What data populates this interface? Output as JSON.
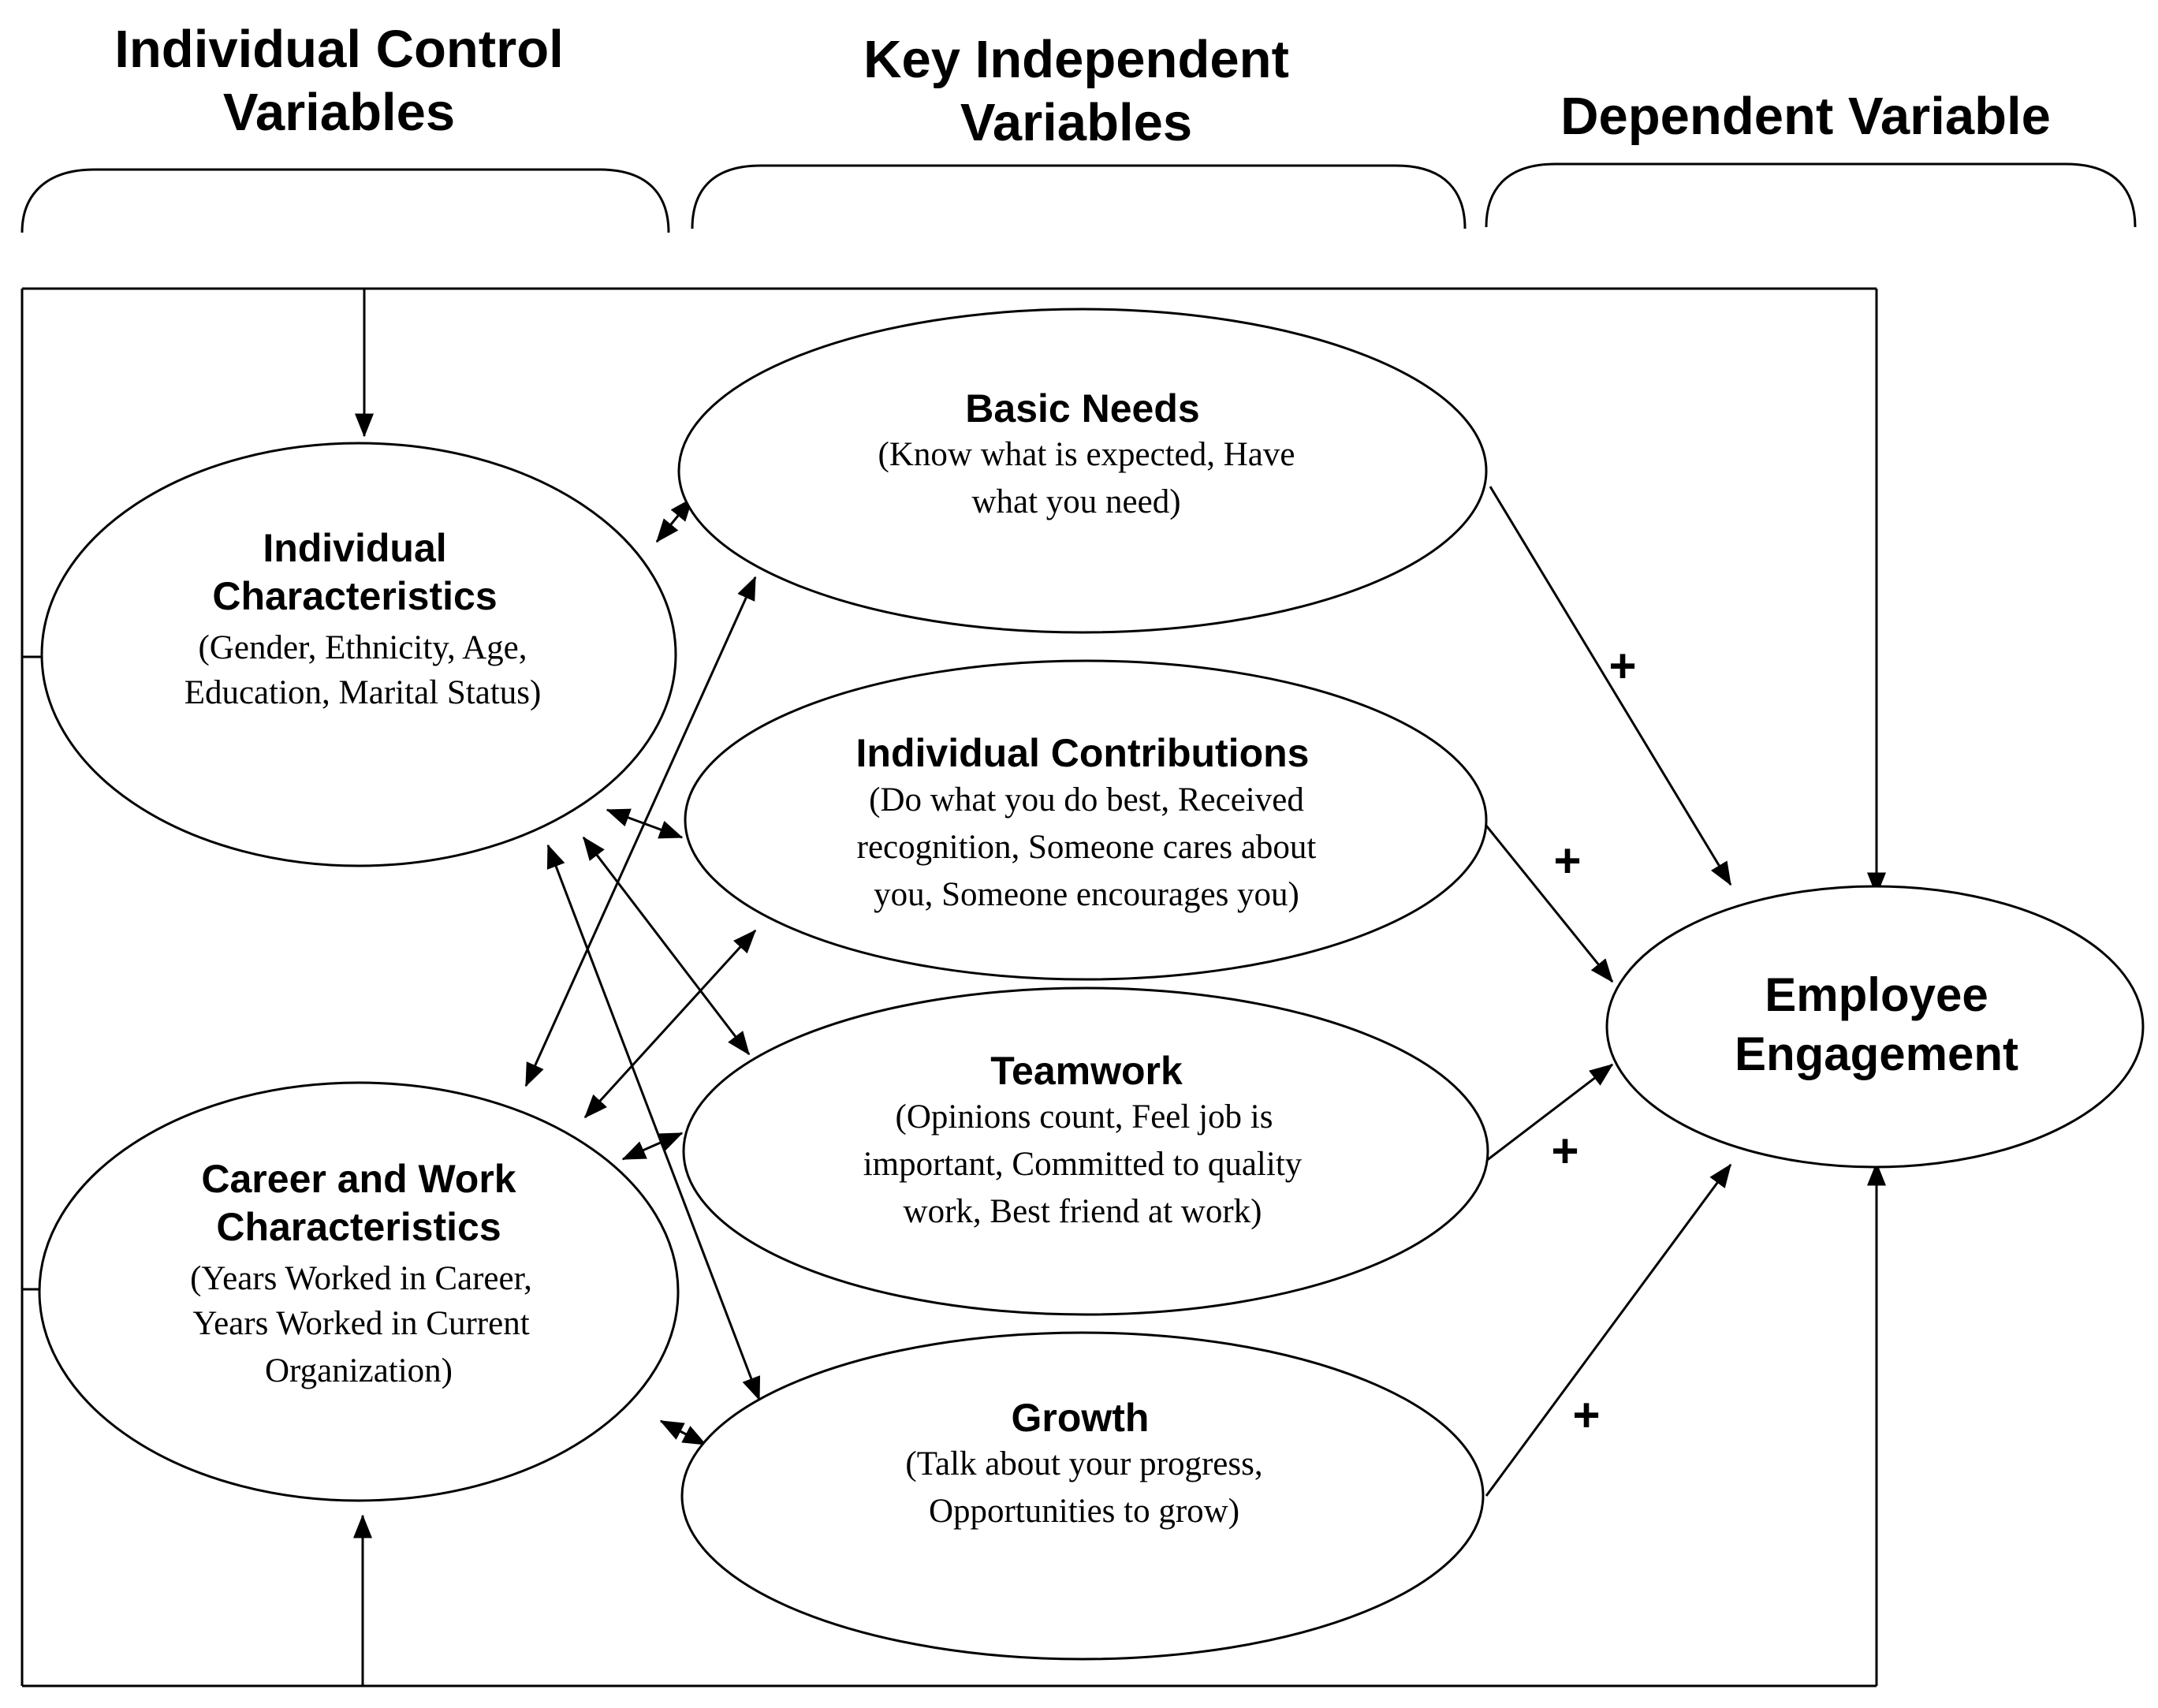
{
  "headers": {
    "controls": [
      "Individual Control",
      "Variables"
    ],
    "independent": [
      "Key Independent",
      "Variables"
    ],
    "dependent": [
      "Dependent Variable"
    ]
  },
  "nodes": {
    "individual_characteristics": {
      "title": [
        "Individual",
        "Characteristics"
      ],
      "desc": [
        "(Gender, Ethnicity, Age,",
        "Education, Marital Status)"
      ]
    },
    "career_work": {
      "title": [
        "Career and Work",
        "Characteristics"
      ],
      "desc": [
        "(Years Worked in Career,",
        "Years Worked in Current",
        "Organization)"
      ]
    },
    "basic_needs": {
      "title": [
        "Basic Needs"
      ],
      "desc": [
        "(Know what is expected, Have",
        "what you need)"
      ]
    },
    "individual_contributions": {
      "title": [
        "Individual Contributions"
      ],
      "desc": [
        "(Do what you do best, Received",
        "recognition, Someone cares about",
        "you, Someone encourages you)"
      ]
    },
    "teamwork": {
      "title": [
        "Teamwork"
      ],
      "desc": [
        "(Opinions count, Feel job is",
        "important, Committed to quality",
        "work, Best friend at work)"
      ]
    },
    "growth": {
      "title": [
        "Growth"
      ],
      "desc": [
        "(Talk about your progress,",
        "Opportunities to grow)"
      ]
    },
    "employee_engagement": {
      "title": [
        "Employee",
        "Engagement"
      ]
    }
  },
  "signs": {
    "basic_needs": "+",
    "individual_contributions": "+",
    "teamwork": "+",
    "growth": "+"
  },
  "colors": {
    "line": "#000000",
    "background": "#ffffff"
  }
}
